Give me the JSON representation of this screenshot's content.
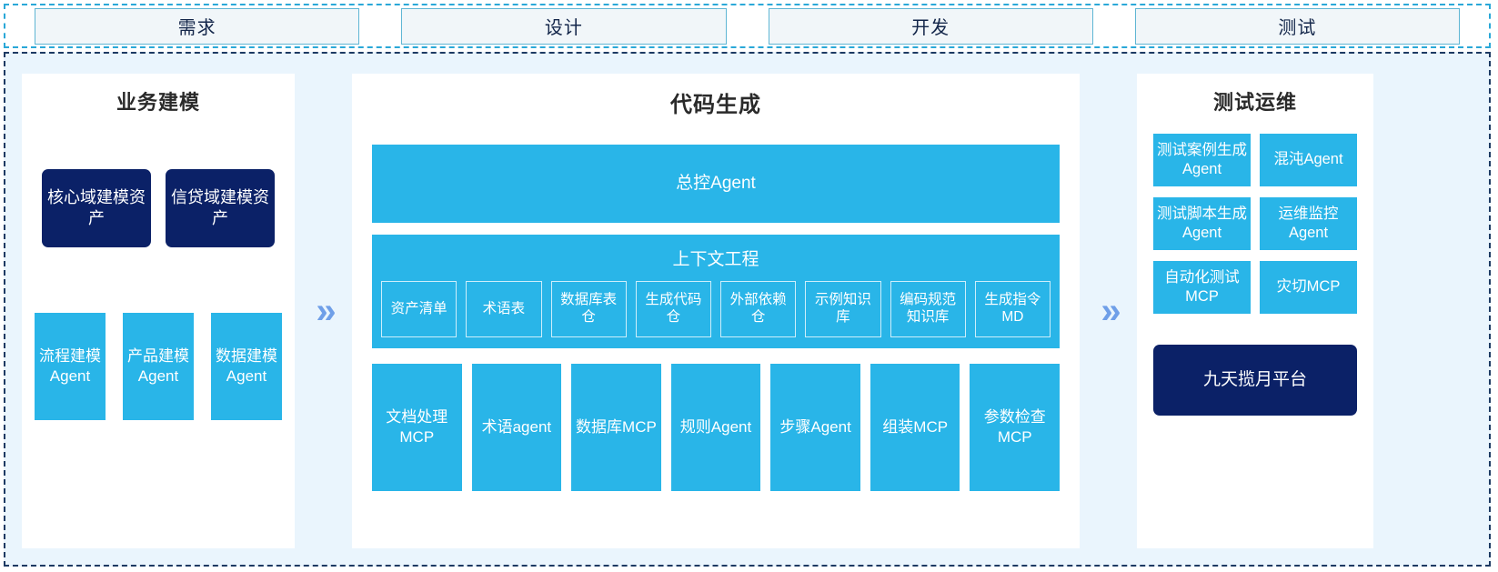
{
  "colors": {
    "cyan": "#29b5e8",
    "navy": "#0b2167",
    "panel_bg": "#eaf5fd",
    "tab_bg": "#f1f6f9",
    "tab_border": "#5fb6d4",
    "chevron": "#6f9fe8",
    "dashed_top": "#2aa8d8",
    "dashed_main": "#1d3a63"
  },
  "stages": [
    {
      "label": "需求"
    },
    {
      "label": "设计"
    },
    {
      "label": "开发"
    },
    {
      "label": "测试"
    }
  ],
  "chevrons": {
    "glyph": "»"
  },
  "business_modeling": {
    "title": "业务建模",
    "assets": [
      {
        "label": "核心域建模资产"
      },
      {
        "label": "信贷域建模资产"
      }
    ],
    "agents": [
      {
        "label": "流程建模Agent"
      },
      {
        "label": "产品建模Agent"
      },
      {
        "label": "数据建模Agent"
      }
    ]
  },
  "code_generation": {
    "title": "代码生成",
    "master_agent": "总控Agent",
    "context_engineering": {
      "title": "上下文工程",
      "items": [
        {
          "label": "资产清单"
        },
        {
          "label": "术语表"
        },
        {
          "label": "数据库表仓"
        },
        {
          "label": "生成代码仓"
        },
        {
          "label": "外部依赖仓"
        },
        {
          "label": "示例知识库"
        },
        {
          "label": "编码规范知识库"
        },
        {
          "label": "生成指令MD"
        }
      ]
    },
    "tools": [
      {
        "label": "文档处理MCP"
      },
      {
        "label": "术语agent"
      },
      {
        "label": "数据库MCP"
      },
      {
        "label": "规则Agent"
      },
      {
        "label": "步骤Agent"
      },
      {
        "label": "组装MCP"
      },
      {
        "label": "参数检查MCP"
      }
    ]
  },
  "test_ops": {
    "title": "测试运维",
    "items": [
      {
        "label": "测试案例生成Agent"
      },
      {
        "label": "混沌Agent"
      },
      {
        "label": "测试脚本生成Agent"
      },
      {
        "label": "运维监控Agent"
      },
      {
        "label": "自动化测试MCP"
      },
      {
        "label": "灾切MCP"
      }
    ],
    "platform": "九天揽月平台"
  }
}
